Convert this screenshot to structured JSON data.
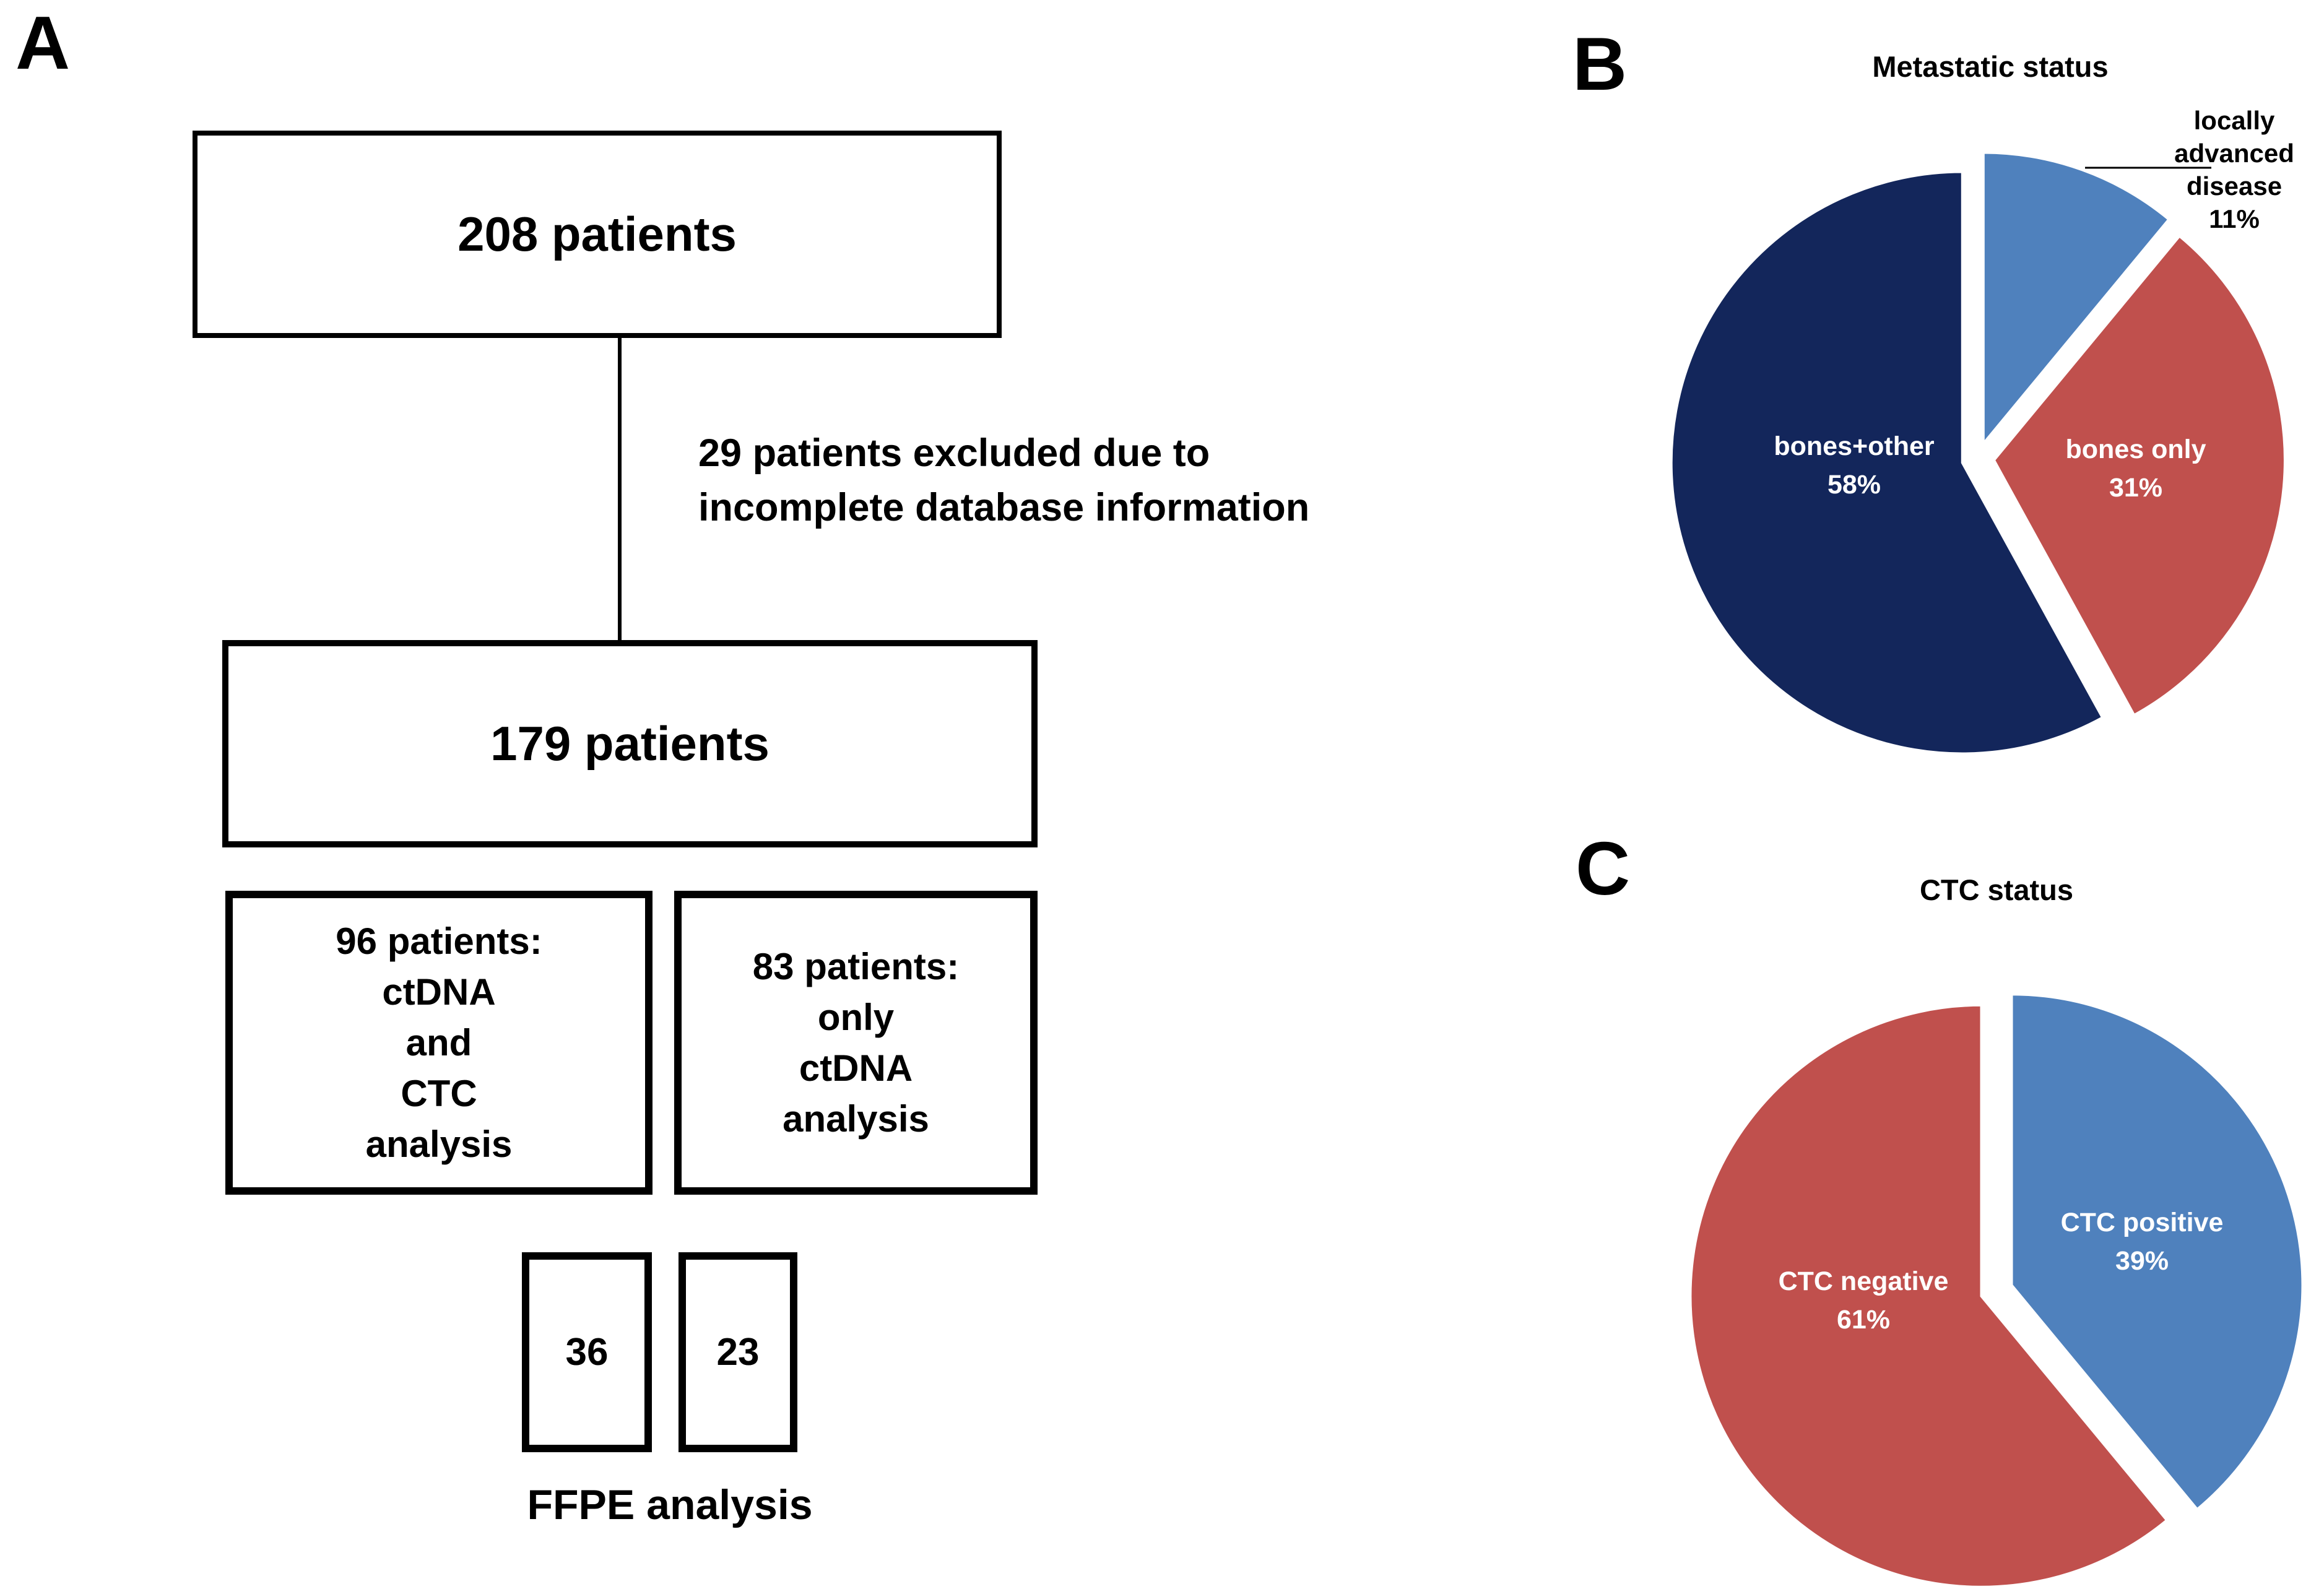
{
  "figure": {
    "panels": [
      {
        "letter": "A"
      },
      {
        "letter": "B"
      },
      {
        "letter": "C"
      }
    ]
  },
  "flowchart": {
    "box_208": "208 patients",
    "exclusion_note": "29 patients excluded due to\nincomplete database information",
    "box_179": "179 patients",
    "box_96": "96 patients:\nctDNA\nand\nCTC\nanalysis",
    "box_83": "83 patients:\nonly\nctDNA\nanalysis",
    "box_36": "36",
    "box_23": "23",
    "ffpe_label": "FFPE analysis"
  },
  "chart_data": [
    {
      "type": "pie",
      "panel": "B",
      "title": "Metastatic status",
      "labels": [
        "locally advanced disease",
        "bones only",
        "bones+other"
      ],
      "values": [
        11,
        31,
        58
      ],
      "unit": "%",
      "colors": [
        "#4F81BD",
        "#C0504D",
        "#13265B"
      ],
      "label_placement": [
        "outside",
        "inside",
        "inside"
      ],
      "outside_label_text": "locally\nadvanced\ndisease\n11%",
      "start_angle_deg": 0,
      "direction": "clockwise",
      "exploded": true,
      "legend": "none"
    },
    {
      "type": "pie",
      "panel": "C",
      "title": "CTC status",
      "labels": [
        "CTC positive",
        "CTC negative"
      ],
      "values": [
        39,
        61
      ],
      "unit": "%",
      "colors": [
        "#4F81BD",
        "#C0504D"
      ],
      "label_placement": [
        "inside",
        "inside"
      ],
      "start_angle_deg": 0,
      "direction": "clockwise",
      "exploded": true,
      "legend": "none"
    }
  ],
  "colors": {
    "navy": "#13265B",
    "blue": "#4F81BD",
    "red": "#C0504D",
    "inside_label_text": "#FFFFFF",
    "outline": "#000000",
    "background": "#FFFFFF"
  }
}
